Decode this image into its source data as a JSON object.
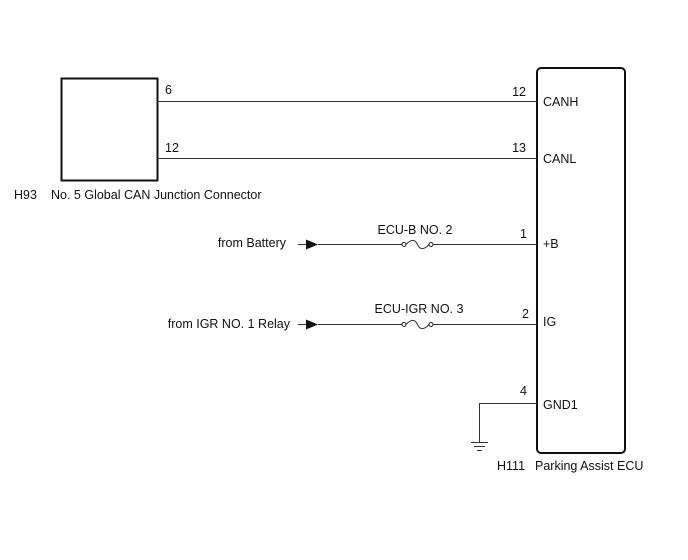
{
  "connector_h93": {
    "code": "H93",
    "name": "No. 5 Global CAN Junction Connector",
    "pin_canh": "6",
    "pin_canl": "12"
  },
  "ecu_h111": {
    "code": "H111",
    "name": "Parking Assist ECU",
    "pins": {
      "canh": {
        "number": "12",
        "label": "CANH"
      },
      "canl": {
        "number": "13",
        "label": "CANL"
      },
      "b": {
        "number": "1",
        "label": "+B"
      },
      "ig": {
        "number": "2",
        "label": "IG"
      },
      "gnd": {
        "number": "4",
        "label": "GND1"
      }
    }
  },
  "battery_feed": {
    "source": "from Battery",
    "fuse": "ECU-B NO. 2"
  },
  "ig_feed": {
    "source": "from IGR NO. 1 Relay",
    "fuse": "ECU-IGR NO. 3"
  },
  "colors": {
    "line": "#333333",
    "text": "#111111"
  }
}
